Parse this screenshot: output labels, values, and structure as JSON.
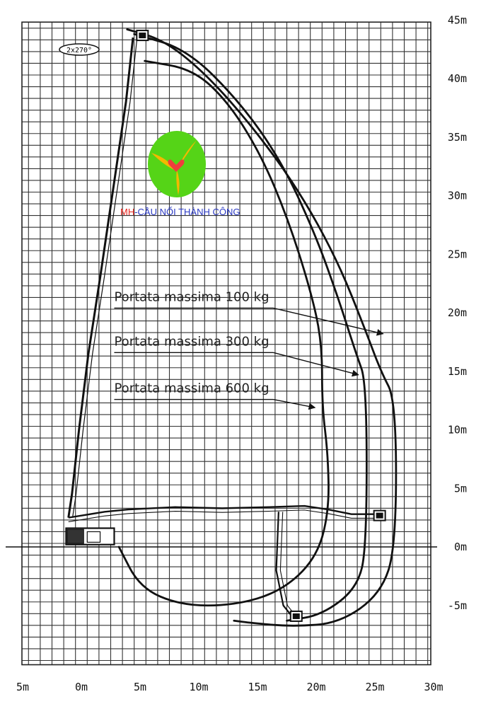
{
  "chart_data": {
    "type": "diagram",
    "x_ticks": [
      {
        "value": -5,
        "label": "5m"
      },
      {
        "value": 0,
        "label": "0m"
      },
      {
        "value": 5,
        "label": "5m"
      },
      {
        "value": 10,
        "label": "10m"
      },
      {
        "value": 15,
        "label": "15m"
      },
      {
        "value": 20,
        "label": "20m"
      },
      {
        "value": 25,
        "label": "25m"
      },
      {
        "value": 30,
        "label": "30m"
      }
    ],
    "y_ticks": [
      {
        "value": 45,
        "label": "45m"
      },
      {
        "value": 40,
        "label": "40m"
      },
      {
        "value": 35,
        "label": "35m"
      },
      {
        "value": 30,
        "label": "30m"
      },
      {
        "value": 25,
        "label": "25m"
      },
      {
        "value": 20,
        "label": "20m"
      },
      {
        "value": 15,
        "label": "15m"
      },
      {
        "value": 10,
        "label": "10m"
      },
      {
        "value": 5,
        "label": "5m"
      },
      {
        "value": 0,
        "label": "0m"
      },
      {
        "value": -5,
        "label": "-5m"
      }
    ],
    "xlim": [
      -5,
      30
    ],
    "ylim": [
      -10,
      45
    ],
    "grid": true,
    "rotation_badge": "2x270°",
    "series": [
      {
        "name": "Portata massima 100 kg",
        "color": "#111111",
        "points": [
          [
            3.9,
            44.2
          ],
          [
            7,
            43.3
          ],
          [
            10.5,
            40.5
          ],
          [
            14.5,
            36
          ],
          [
            18.5,
            30.5
          ],
          [
            21.8,
            24.5
          ],
          [
            24.2,
            18.5
          ],
          [
            25.5,
            15
          ],
          [
            26.8,
            12.5
          ],
          [
            26.8,
            0
          ],
          [
            25.5,
            -4
          ],
          [
            22,
            -6.5
          ],
          [
            18,
            -6.8
          ],
          [
            14.5,
            -6.5
          ],
          [
            13,
            -6.3
          ]
        ]
      },
      {
        "name": "Portata massima 300 kg",
        "color": "#111111",
        "points": [
          [
            4.5,
            43.8
          ],
          [
            9,
            42.5
          ],
          [
            13.5,
            38
          ],
          [
            17,
            33
          ],
          [
            19.8,
            27
          ],
          [
            21.8,
            21.5
          ],
          [
            23.4,
            16.5
          ],
          [
            24.3,
            14
          ],
          [
            24.3,
            0
          ],
          [
            23.5,
            -3.5
          ],
          [
            20.5,
            -5.8
          ],
          [
            17.5,
            -6.3
          ]
        ]
      },
      {
        "name": "Portata massima 600 kg",
        "color": "#111111",
        "points": [
          [
            5.4,
            41.5
          ],
          [
            9.5,
            40.8
          ],
          [
            12.5,
            38
          ],
          [
            15.3,
            33.5
          ],
          [
            17.6,
            28
          ],
          [
            19.5,
            22
          ],
          [
            20.5,
            17.5
          ],
          [
            20.5,
            12
          ],
          [
            21,
            8
          ],
          [
            21.1,
            3
          ],
          [
            20,
            -1
          ],
          [
            17,
            -3.8
          ],
          [
            13,
            -5
          ],
          [
            8.5,
            -5
          ],
          [
            5,
            -3.5
          ],
          [
            3.2,
            0
          ]
        ]
      }
    ],
    "boom_extended_vertical": [
      [
        -1.1,
        2.5
      ],
      [
        -0.8,
        4.5
      ],
      [
        -0.2,
        10
      ],
      [
        0.6,
        16.5
      ],
      [
        1.6,
        23
      ],
      [
        2.7,
        30.5
      ],
      [
        3.8,
        38
      ],
      [
        4.4,
        43.5
      ]
    ],
    "boom_horizontal": [
      [
        -1.1,
        2.5
      ],
      [
        2,
        3
      ],
      [
        4,
        3.2
      ],
      [
        8,
        3.4
      ],
      [
        12,
        3.3
      ],
      [
        16,
        3.4
      ],
      [
        19,
        3.5
      ],
      [
        21,
        3.2
      ],
      [
        23,
        2.8
      ],
      [
        25.2,
        2.8
      ]
    ],
    "boom_down": [
      [
        16.8,
        3
      ],
      [
        16.6,
        -2
      ],
      [
        17.2,
        -5
      ],
      [
        18,
        -6
      ]
    ],
    "annotations": [
      {
        "text": "Portata massima 100 kg",
        "anchor": [
          2.8,
          21
        ],
        "target": [
          25.7,
          18.2
        ]
      },
      {
        "text": "Portata massima 300 kg",
        "anchor": [
          2.8,
          17.2
        ],
        "target": [
          23.6,
          14.7
        ]
      },
      {
        "text": "Portata massima 600 kg",
        "anchor": [
          2.8,
          13.2
        ],
        "target": [
          19.9,
          11.9
        ]
      }
    ]
  },
  "logo": {
    "brand_text_prefix": "MH",
    "brand_text_rest": "-CẦU NỐI THÀNH CÔNG",
    "circle_color": "#55d417",
    "prefix_color": "#e8261f",
    "rest_color": "#2a39c4",
    "swirl_color": "#f5b800",
    "heart_color": "#ef3d3d"
  }
}
